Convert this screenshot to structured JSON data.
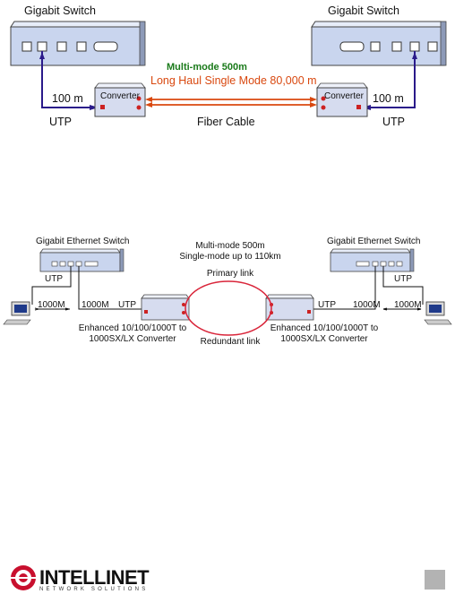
{
  "diagram1": {
    "switch_left_label": "Gigabit Switch",
    "switch_right_label": "Gigabit Switch",
    "mode_label": "Multi-mode 500m",
    "long_haul_label": "Long Haul Single Mode 80,000 m",
    "converter_left_label": "Converter",
    "converter_right_label": "Converter",
    "left_distance": "100 m",
    "right_distance": "100 m",
    "left_cable": "UTP",
    "right_cable": "UTP",
    "fiber_label": "Fiber Cable"
  },
  "diagram2": {
    "switch_left_label": "Gigabit Ethernet Switch",
    "switch_right_label": "Gigabit Ethernet Switch",
    "mode_line1": "Multi-mode 500m",
    "mode_line2": "Single-mode up to 110km",
    "primary_link": "Primary link",
    "redundant_link": "Redundant link",
    "utp_left_top": "UTP",
    "utp_right_top": "UTP",
    "pc_left_speed": "1000M",
    "pc_right_speed": "1000M",
    "conv_left_speed": "1000M",
    "conv_right_speed": "1000M",
    "utp_left_conv": "UTP",
    "utp_right_conv": "UTP",
    "converter_left_line1": "Enhanced 10/100/1000T to",
    "converter_left_line2": "1000SX/LX Converter",
    "converter_right_line1": "Enhanced 10/100/1000T to",
    "converter_right_line2": "1000SX/LX Converter"
  },
  "footer": {
    "brand": "INTELLINET",
    "tagline": "NETWORK SOLUTIONS"
  },
  "colors": {
    "switch_face": "#c9d5ee",
    "switch_top": "#e7edf9",
    "utp_line": "#2a1a8a",
    "fiber_line": "#d9480f",
    "converter_face": "#d6dcef",
    "page_box": "#b3b3b3"
  }
}
